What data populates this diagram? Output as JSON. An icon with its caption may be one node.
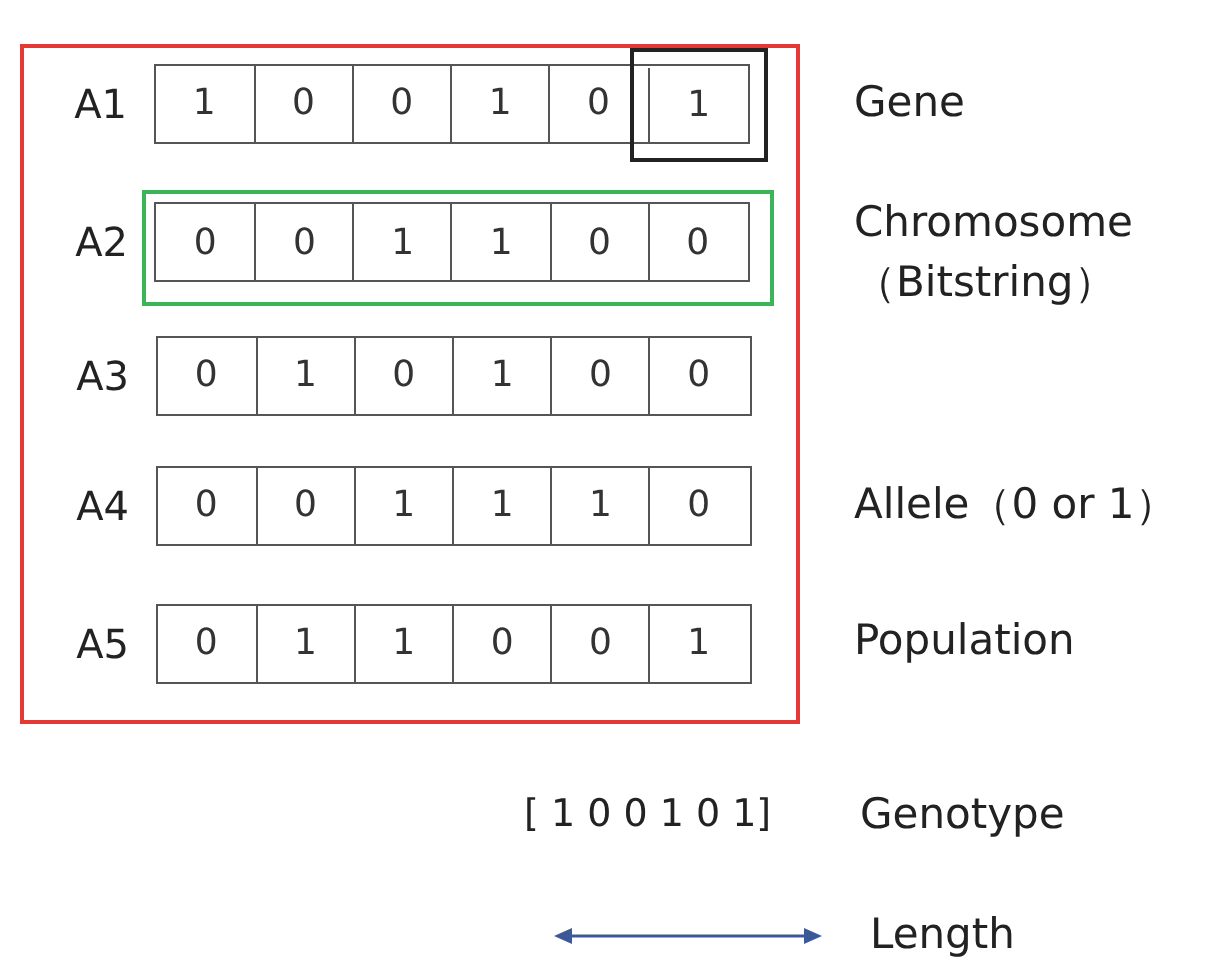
{
  "diagram": {
    "nodes": [
      {
        "text": [],
        "shape": "box"
      },
      {
        "text": [],
        "shape": "box",
        "in": 0,
        "beside": [
          "A1"
        ]
      },
      {
        "text": [
          "1"
        ],
        "in": 1
      },
      {
        "text": [
          "0"
        ],
        "in": 1
      },
      {
        "text": [
          "0"
        ],
        "in": 1
      },
      {
        "text": [
          "1"
        ],
        "in": 1
      },
      {
        "text": [
          "0"
        ],
        "in": 1
      },
      {
        "text": [
          "1"
        ]
      },
      {
        "text": [],
        "shape": "box",
        "in": 0
      },
      {
        "text": [],
        "shape": "box",
        "in": 0
      },
      {
        "text": [],
        "shape": "box",
        "in": 9,
        "beside": [
          "A2"
        ]
      },
      {
        "text": [
          "0"
        ],
        "in": 10
      },
      {
        "text": [
          "0"
        ],
        "in": 10
      },
      {
        "text": [
          "1"
        ],
        "in": 10
      },
      {
        "text": [
          "1"
        ],
        "in": 10
      },
      {
        "text": [
          "0"
        ],
        "in": 10
      },
      {
        "text": [
          "0"
        ],
        "in": 10
      },
      {
        "text": [],
        "shape": "box",
        "in": 0,
        "beside": [
          "A3"
        ]
      },
      {
        "text": [
          "0"
        ],
        "in": 17
      },
      {
        "text": [
          "1"
        ],
        "in": 17
      },
      {
        "text": [
          "0"
        ],
        "in": 17
      },
      {
        "text": [
          "1"
        ],
        "in": 17
      },
      {
        "text": [
          "0"
        ],
        "in": 17
      },
      {
        "text": [
          "0"
        ],
        "in": 17
      },
      {
        "text": [],
        "shape": "box",
        "in": 0,
        "beside": [
          "A4"
        ]
      },
      {
        "text": [
          "0"
        ],
        "in": 24
      },
      {
        "text": [
          "0"
        ],
        "in": 24
      },
      {
        "text": [
          "1"
        ],
        "in": 24
      },
      {
        "text": [
          "1"
        ],
        "in": 24
      },
      {
        "text": [
          "1"
        ],
        "in": 24
      },
      {
        "text": [
          "0"
        ],
        "in": 24
      },
      {
        "text": [],
        "shape": "box",
        "in": 0,
        "beside": [
          "A5"
        ]
      },
      {
        "text": [
          "0"
        ],
        "in": 31
      },
      {
        "text": [
          "1"
        ],
        "in": 31
      },
      {
        "text": [
          "1"
        ],
        "in": 31
      },
      {
        "text": [
          "0"
        ],
        "in": 31
      },
      {
        "text": [
          "0"
        ],
        "in": 31
      },
      {
        "text": [
          "1"
        ],
        "in": 31
      }
    ],
    "labels": [
      "Gene",
      "Chromosome （Bitstring）",
      "Allele（0 or 1）",
      "Population",
      "[ 1 0 0 1 0 1]",
      "Genotype"
    ],
    "legend": [
      {
        "text": "Length"
      }
    ]
  }
}
